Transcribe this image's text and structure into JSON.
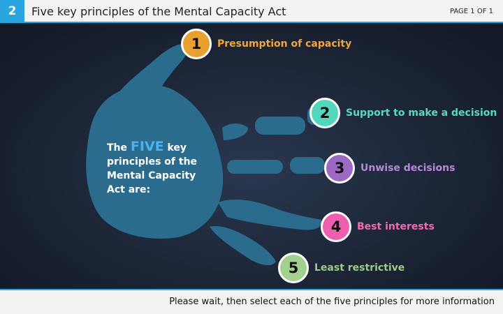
{
  "header": {
    "slide_number": "2",
    "title": "Five key principles of the Mental Capacity Act",
    "page_indicator": "PAGE 1 OF 1"
  },
  "intro": {
    "prefix": "The",
    "highlight": "FIVE",
    "suffix": "key principles of the Mental Capacity Act are:"
  },
  "principles": [
    {
      "number": "1",
      "label": "Presumption of capacity",
      "circle_color": "#e8a030",
      "label_color": "#f0a640"
    },
    {
      "number": "2",
      "label": "Support to make a decision",
      "circle_color": "#52d6be",
      "label_color": "#5ad8c4"
    },
    {
      "number": "3",
      "label": "Unwise decisions",
      "circle_color": "#9c6ac4",
      "label_color": "#b78ad8"
    },
    {
      "number": "4",
      "label": "Best interests",
      "circle_color": "#ee5fae",
      "label_color": "#f06ab6"
    },
    {
      "number": "5",
      "label": "Least restrictive",
      "circle_color": "#a2d08e",
      "label_color": "#9ccc86"
    }
  ],
  "colors": {
    "accent": "#2aa5df",
    "hand": "#2b6b8e",
    "background": "#1c2536"
  },
  "footer": {
    "instruction": "Please wait, then select each of the five principles for more information"
  }
}
